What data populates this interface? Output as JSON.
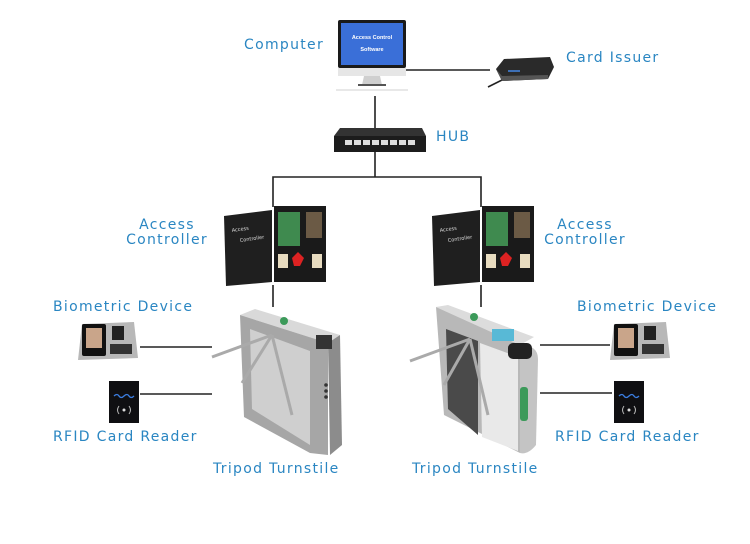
{
  "diagram": {
    "title": "Access Control System Topology",
    "accent_color": "#2a86c2",
    "wire_color": "#222222",
    "nodes": {
      "computer": {
        "label": "Computer",
        "screen_line1": "Access Control",
        "screen_line2": "Software"
      },
      "card_issuer": {
        "label": "Card Issuer"
      },
      "hub": {
        "label": "HUB"
      },
      "left_controller": {
        "label_line1": "Access",
        "label_line2": "Controller",
        "door_line1": "Access",
        "door_line2": "Controller"
      },
      "right_controller": {
        "label_line1": "Access",
        "label_line2": "Controller",
        "door_line1": "Access",
        "door_line2": "Controller"
      },
      "left_biometric": {
        "label": "Biometric Device"
      },
      "right_biometric": {
        "label": "Biometric Device"
      },
      "left_rfid": {
        "label": "RFID Card Reader"
      },
      "right_rfid": {
        "label": "RFID Card Reader"
      },
      "left_turnstile": {
        "label": "Tripod Turnstile"
      },
      "right_turnstile": {
        "label": "Tripod Turnstile"
      }
    },
    "connections": [
      {
        "from": "computer",
        "to": "card_issuer"
      },
      {
        "from": "computer",
        "to": "hub"
      },
      {
        "from": "hub",
        "to": "left_controller"
      },
      {
        "from": "hub",
        "to": "right_controller"
      },
      {
        "from": "left_controller",
        "to": "left_turnstile"
      },
      {
        "from": "right_controller",
        "to": "right_turnstile"
      },
      {
        "from": "left_biometric",
        "to": "left_turnstile"
      },
      {
        "from": "left_rfid",
        "to": "left_turnstile"
      },
      {
        "from": "right_biometric",
        "to": "right_turnstile"
      },
      {
        "from": "right_rfid",
        "to": "right_turnstile"
      }
    ]
  }
}
